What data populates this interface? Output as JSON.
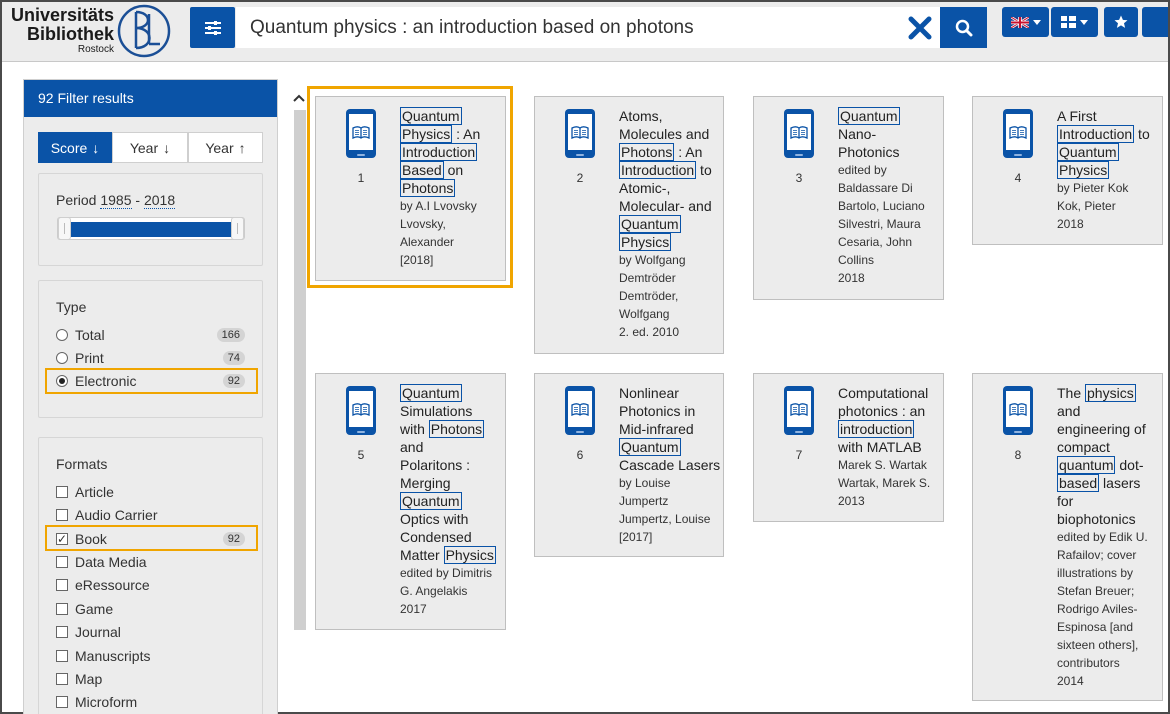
{
  "logo": {
    "line1": "Universitäts",
    "line2": "Bibliothek",
    "line3": "Rostock"
  },
  "search": {
    "value": "Quantum physics : an introduction based on photons"
  },
  "sidebar": {
    "title": "92 Filter results",
    "sort": [
      {
        "label": "Score",
        "arrow": "↓",
        "active": true
      },
      {
        "label": "Year",
        "arrow": "↓",
        "active": false
      },
      {
        "label": "Year",
        "arrow": "↑",
        "active": false
      }
    ],
    "period": {
      "label": "Period",
      "from": "1985",
      "dash": "-",
      "to": "2018",
      "range_min": 1985,
      "range_max": 2018,
      "selected_from": 1985,
      "selected_to": 2018
    },
    "type": {
      "title": "Type",
      "options": [
        {
          "label": "Total",
          "count": "166",
          "selected": false
        },
        {
          "label": "Print",
          "count": "74",
          "selected": false
        },
        {
          "label": "Electronic",
          "count": "92",
          "selected": true
        }
      ]
    },
    "formats": {
      "title": "Formats",
      "options": [
        {
          "label": "Article",
          "checked": false,
          "count": ""
        },
        {
          "label": "Audio Carrier",
          "checked": false,
          "count": ""
        },
        {
          "label": "Book",
          "checked": true,
          "count": "92"
        },
        {
          "label": "Data Media",
          "checked": false,
          "count": ""
        },
        {
          "label": "eRessource",
          "checked": false,
          "count": ""
        },
        {
          "label": "Game",
          "checked": false,
          "count": ""
        },
        {
          "label": "Journal",
          "checked": false,
          "count": ""
        },
        {
          "label": "Manuscripts",
          "checked": false,
          "count": ""
        },
        {
          "label": "Map",
          "checked": false,
          "count": ""
        },
        {
          "label": "Microform",
          "checked": false,
          "count": ""
        }
      ]
    }
  },
  "results": [
    {
      "num": "1",
      "title_lines": [
        [
          "[Quantum]"
        ],
        [
          "[Physics]",
          " : An"
        ],
        [
          "[Introduction]"
        ],
        [
          "[Based]",
          " on"
        ],
        [
          "[Photons]"
        ]
      ],
      "meta_lines": [
        "by A.I Lvovsky",
        "Lvovsky,",
        "Alexander",
        "[2018]"
      ]
    },
    {
      "num": "2",
      "title_lines": [
        [
          "Atoms,"
        ],
        [
          "Molecules and"
        ],
        [
          "[Photons]",
          " : An"
        ],
        [
          "[Introduction]",
          " to"
        ],
        [
          "Atomic-,"
        ],
        [
          "Molecular- and"
        ],
        [
          "[Quantum]"
        ],
        [
          "[Physics]"
        ]
      ],
      "meta_lines": [
        "by Wolfgang",
        "Demtröder",
        "Demtröder,",
        "Wolfgang",
        "2. ed. 2010"
      ]
    },
    {
      "num": "3",
      "title_lines": [
        [
          "[Quantum]"
        ],
        [
          "Nano-"
        ],
        [
          "Photonics"
        ]
      ],
      "meta_lines": [
        "edited by",
        "Baldassare Di",
        "Bartolo, Luciano",
        "Silvestri, Maura",
        "Cesaria, John",
        "Collins",
        "2018"
      ]
    },
    {
      "num": "4",
      "title_lines": [
        [
          "A First"
        ],
        [
          "[Introduction]",
          " to"
        ],
        [
          "[Quantum]"
        ],
        [
          "[Physics]"
        ]
      ],
      "meta_lines": [
        "by Pieter Kok",
        "Kok, Pieter",
        "2018"
      ]
    },
    {
      "num": "5",
      "title_lines": [
        [
          "[Quantum]"
        ],
        [
          "Simulations"
        ],
        [
          "with ",
          "[Photons]"
        ],
        [
          "and"
        ],
        [
          "Polaritons :"
        ],
        [
          "Merging"
        ],
        [
          "[Quantum]"
        ],
        [
          "Optics with"
        ],
        [
          "Condensed"
        ],
        [
          "Matter ",
          "[Physics]"
        ]
      ],
      "meta_lines": [
        "edited by Dimitris",
        "G. Angelakis",
        "2017"
      ]
    },
    {
      "num": "6",
      "title_lines": [
        [
          "Nonlinear"
        ],
        [
          "Photonics in"
        ],
        [
          "Mid-infrared"
        ],
        [
          "[Quantum]"
        ],
        [
          "Cascade Lasers"
        ]
      ],
      "meta_lines": [
        "by Louise",
        "Jumpertz",
        "Jumpertz, Louise",
        "[2017]"
      ]
    },
    {
      "num": "7",
      "title_lines": [
        [
          "Computational"
        ],
        [
          "photonics : an"
        ],
        [
          "[introduction]"
        ],
        [
          "with MATLAB"
        ]
      ],
      "meta_lines": [
        "Marek S. Wartak",
        "Wartak, Marek S.",
        "2013"
      ]
    },
    {
      "num": "8",
      "title_lines": [
        [
          "The ",
          "[physics]"
        ],
        [
          "and"
        ],
        [
          "engineering of"
        ],
        [
          "compact"
        ],
        [
          "[quantum]",
          " dot-"
        ],
        [
          "[based]",
          " lasers"
        ],
        [
          "for"
        ],
        [
          "biophotonics"
        ]
      ],
      "meta_lines": [
        "edited by Edik U.",
        "Rafailov; cover",
        "illustrations by",
        "Stefan Breuer;",
        "Rodrigo Aviles-",
        "Espinosa [and",
        "sixteen others],",
        "contributors",
        "2014"
      ]
    }
  ],
  "colors": {
    "accent": "#0a53a7",
    "highlight": "#f0a500",
    "panel": "#ececec"
  },
  "icons": [
    "filter-sliders-icon",
    "clear-x-icon",
    "search-icon",
    "uk-flag-icon",
    "grid-view-icon",
    "star-icon",
    "ebook-icon"
  ]
}
